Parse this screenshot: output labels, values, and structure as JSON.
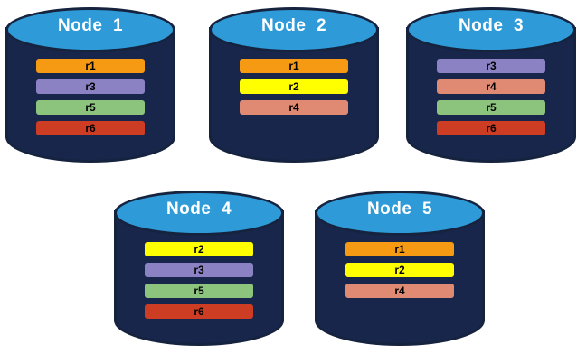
{
  "diagram": {
    "title": "database-replication-nodes",
    "palette": {
      "background": "#ffffff",
      "cylinder_top": "#2e9bd8",
      "cylinder_body": "#17264a",
      "cylinder_outline": "#16233f",
      "label_text": "#ffffff",
      "row_text": "#000000"
    },
    "row_colors": {
      "r1": "#f59a12",
      "r2": "#ffff00",
      "r3": "#8b82c4",
      "r4": "#e08a74",
      "r5": "#8cc47e",
      "r6": "#cc3d24"
    },
    "nodes": [
      {
        "id": "node-1",
        "label": "Node  1",
        "rows": [
          {
            "label": "r1",
            "color": "#f59a12"
          },
          {
            "label": "r3",
            "color": "#8b82c4"
          },
          {
            "label": "r5",
            "color": "#8cc47e"
          },
          {
            "label": "r6",
            "color": "#cc3d24"
          }
        ]
      },
      {
        "id": "node-2",
        "label": "Node  2",
        "rows": [
          {
            "label": "r1",
            "color": "#f59a12"
          },
          {
            "label": "r2",
            "color": "#ffff00"
          },
          {
            "label": "r4",
            "color": "#e08a74"
          }
        ]
      },
      {
        "id": "node-3",
        "label": "Node  3",
        "rows": [
          {
            "label": "r3",
            "color": "#8b82c4"
          },
          {
            "label": "r4",
            "color": "#e08a74"
          },
          {
            "label": "r5",
            "color": "#8cc47e"
          },
          {
            "label": "r6",
            "color": "#cc3d24"
          }
        ]
      },
      {
        "id": "node-4",
        "label": "Node  4",
        "rows": [
          {
            "label": "r2",
            "color": "#ffff00"
          },
          {
            "label": "r3",
            "color": "#8b82c4"
          },
          {
            "label": "r5",
            "color": "#8cc47e"
          },
          {
            "label": "r6",
            "color": "#cc3d24"
          }
        ]
      },
      {
        "id": "node-5",
        "label": "Node  5",
        "rows": [
          {
            "label": "r1",
            "color": "#f59a12"
          },
          {
            "label": "r2",
            "color": "#ffff00"
          },
          {
            "label": "r4",
            "color": "#e08a74"
          }
        ]
      }
    ]
  }
}
